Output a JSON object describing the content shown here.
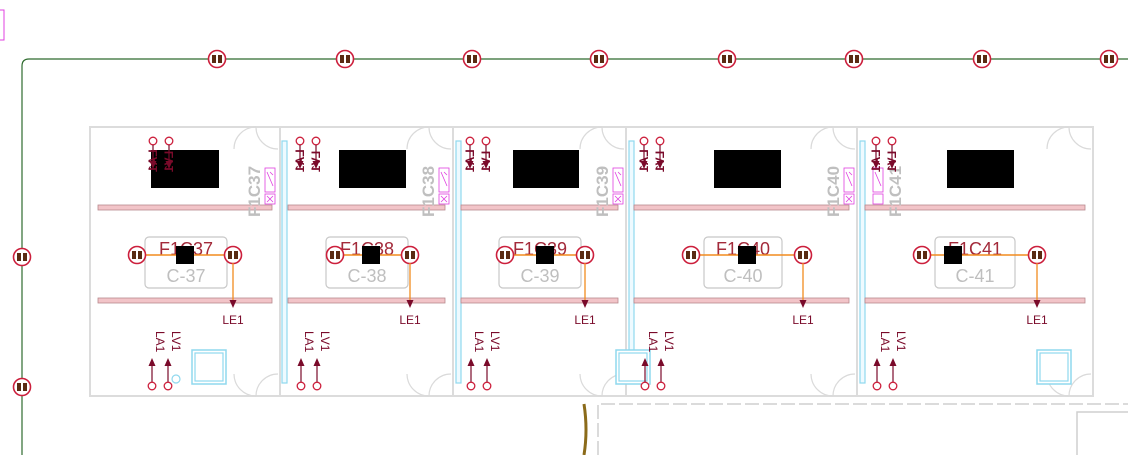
{
  "colors": {
    "wall": "#d9d9d9",
    "feeder": "#2e6b2e",
    "marker": "#cc1f3c",
    "arrow": "#7a0a2a",
    "orange": "#f28c1e",
    "cyan": "#8fd8ee",
    "pink": "#f2c4c8",
    "magenta": "#e040e0",
    "gray_text": "#bfbfbf",
    "label_text": "#a32a3a"
  },
  "rooms": [
    {
      "code": "F1C37",
      "name": "C-37",
      "le": "LE1",
      "lv_top": "LV1",
      "la_top": "LA1",
      "lv_bot": "LV1",
      "la_bot": "LA1"
    },
    {
      "code": "F1C38",
      "name": "C-38",
      "le": "LE1",
      "lv_top": "LV1",
      "la_top": "LA1",
      "lv_bot": "LV1",
      "la_bot": "LA1"
    },
    {
      "code": "F1C39",
      "name": "C-39",
      "le": "LE1",
      "lv_top": "LV1",
      "la_top": "LA1",
      "lv_bot": "LV1",
      "la_bot": "LA1"
    },
    {
      "code": "F1C40",
      "name": "C-40",
      "le": "LE1",
      "lv_top": "LV1",
      "la_top": "LA1",
      "lv_bot": "LV1",
      "la_bot": "LA1"
    },
    {
      "code": "F1C41",
      "name": "C-41",
      "le": "LE1",
      "lv_top": "LV1",
      "la_top": "LA1",
      "lv_bot": "LV1",
      "la_bot": "LA1"
    }
  ]
}
